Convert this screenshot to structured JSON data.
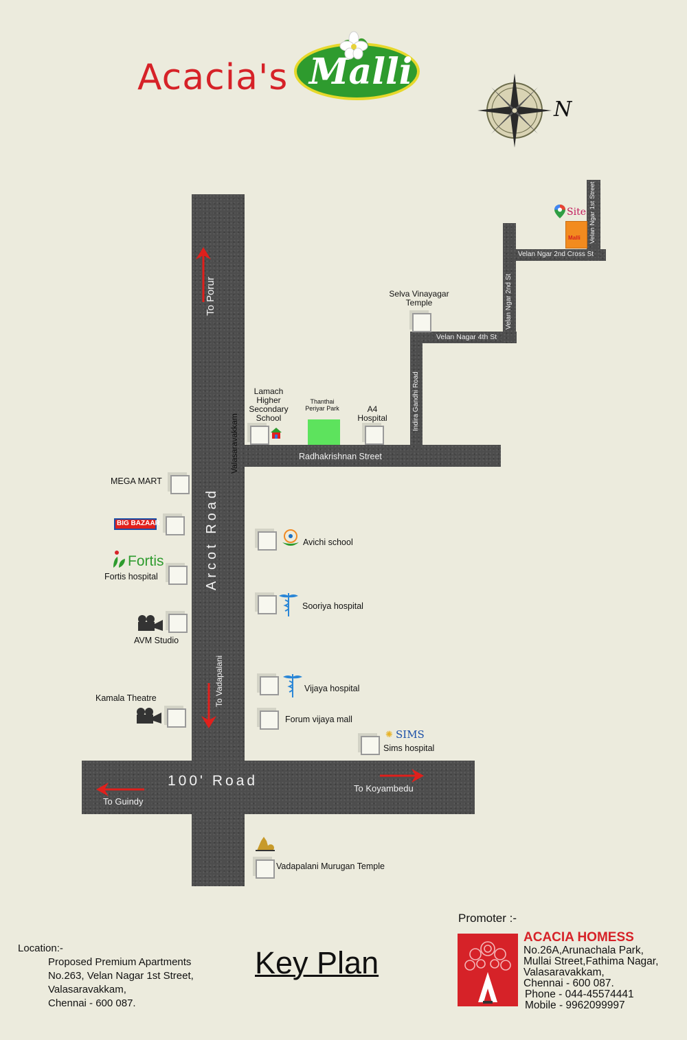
{
  "logo": {
    "brand": "Acacia's",
    "product": "Malli"
  },
  "compass": {
    "north_label": "N"
  },
  "site": {
    "marker_label": "Site",
    "plot_label": "Malli"
  },
  "roads": {
    "arcot_road": "Arcot Road",
    "hundred_road": "100' Road",
    "radhakrishnan": "Radhakrishnan Street",
    "indira_gandhi": "Indira Gandhi Road",
    "velan_4th": "Velan Nagar 4th St",
    "velan_2nd": "Velan Ngar 2nd St",
    "velan_2nd_cross": "Velan Ngar 2nd Cross St",
    "velan_1st": "Velan Ngar 1st  Street",
    "valasaravakkam": "Valasaravakkam"
  },
  "directions": {
    "to_porur": "To Porur",
    "to_vadapalani": "To Vadapalani",
    "to_guindy": "To Guindy",
    "to_koyambedu": "To Koyambedu"
  },
  "landmarks": {
    "selva": "Selva Vinayagar Temple",
    "lamach": "Lamach Higher Secondary School",
    "periyar": "Thanthai Periyar Park",
    "a4": "A4 Hospital",
    "megamart": "MEGA MART",
    "bigbazaar_logo": "BIG BAZAAR",
    "fortis_logo": "Fortis",
    "fortis": "Fortis hospital",
    "avm": "AVM Studio",
    "kamala": "Kamala Theatre",
    "avichi": "Avichi school",
    "sooriya": "Sooriya hospital",
    "vijaya": "Vijaya hospital",
    "forum": "Forum vijaya mall",
    "sims_logo": "SIMS",
    "sims": "Sims hospital",
    "murugan": "Vadapalani Murugan Temple"
  },
  "location": {
    "heading": "Location:-",
    "lines": [
      "Proposed Premium Apartments",
      "No.263, Velan Nagar 1st Street,",
      "Valasaravakkam,",
      "Chennai - 600 087."
    ]
  },
  "key_plan": "Key Plan",
  "promoter": {
    "heading": "Promoter :-",
    "name": "ACACIA HOMESS",
    "lines": [
      "No.26A,Arunachala Park,",
      "Mullai Street,Fathima Nagar,",
      "Valasaravakkam,",
      "Chennai - 600 087.",
      "Phone - 044-45574441",
      "Mobile - 9962099997"
    ]
  },
  "colors": {
    "road": "#4d4d4d",
    "brand_red": "#d62228",
    "leaf_green": "#2e9b2e",
    "park_green": "#5de35d",
    "site_orange": "#f28b1f",
    "arrow_red": "#e0201c",
    "background": "#ecebdd"
  },
  "icons": [
    "compass-icon",
    "map-pin-icon",
    "school-icon",
    "movie-camera-icon",
    "caduceus-icon",
    "temple-icon",
    "acacia-tree-logo-icon",
    "jasmine-flower-icon"
  ]
}
